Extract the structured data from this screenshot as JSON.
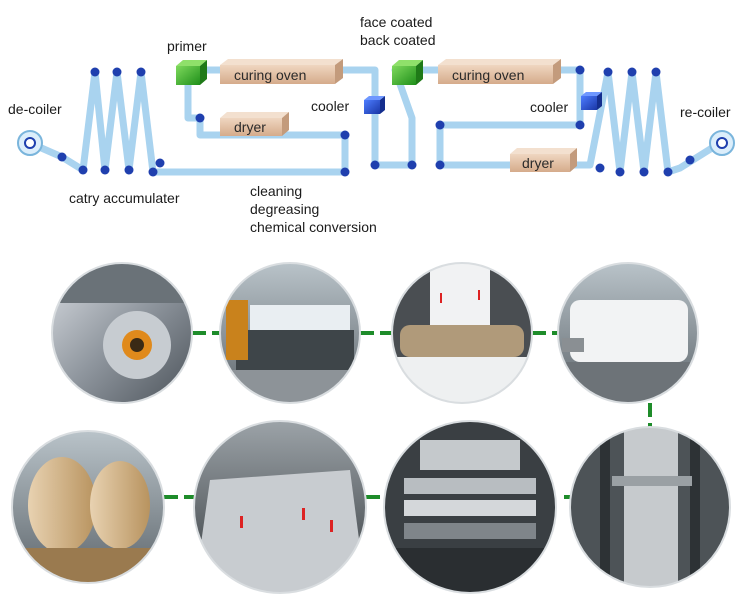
{
  "diagram": {
    "labels": {
      "decoiler": "de-coiler",
      "accumulator": "catry accumulater",
      "primer": "primer",
      "curing_oven_1": "curing oven",
      "dryer_1": "dryer",
      "cooler_1": "cooler",
      "pretreatment": [
        "cleaning",
        "degreasing",
        "chemical conversion"
      ],
      "coating": [
        "face coated",
        "back coated"
      ],
      "curing_oven_2": "curing oven",
      "cooler_2": "cooler",
      "dryer_2": "dryer",
      "recoiler": "re-coiler"
    },
    "colors": {
      "strip": "#a9d3ef",
      "roller": "#1f3fae",
      "oven": "#e3c2a6",
      "coater": "#3fb62c",
      "cooler": "#2454d6",
      "connector": "#1e8c2a"
    }
  },
  "photos": {
    "row1": [
      {
        "name": "coil-photo",
        "icon": "aluminum-coil"
      },
      {
        "name": "pretreatment-photo",
        "icon": "cleaning-line"
      },
      {
        "name": "coater-photo",
        "icon": "coating-roller"
      },
      {
        "name": "oven-exit-photo",
        "icon": "coated-strip-roll"
      }
    ],
    "row2": [
      {
        "name": "packed-coils-photo",
        "icon": "packed-coils"
      },
      {
        "name": "inspection-photo",
        "icon": "strip-inspection"
      },
      {
        "name": "cooling-section-photo",
        "icon": "cooling-rolls"
      },
      {
        "name": "recoil-section-photo",
        "icon": "vertical-strip"
      }
    ]
  }
}
